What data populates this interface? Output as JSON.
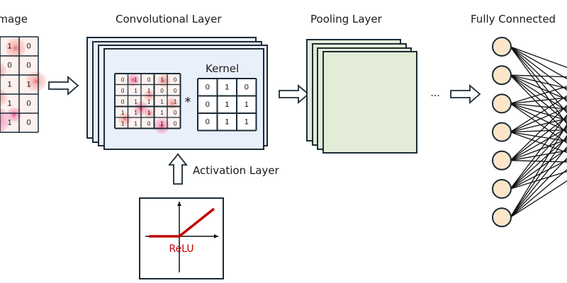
{
  "titles": {
    "input_image": "Image",
    "conv_layer": "Convolutional Layer",
    "kernel": "Kernel",
    "pooling_layer": "Pooling Layer",
    "fully_connected": "Fully Connected",
    "activation_layer": "Activation Layer",
    "relu": "ReLU",
    "convolution_operator": "*",
    "ellipsis": "..."
  },
  "input_grid_visible_columns": [
    [
      "1",
      "0"
    ],
    [
      "0",
      "0"
    ],
    [
      "1",
      "1"
    ],
    [
      "1",
      "0"
    ],
    [
      "1",
      "0"
    ]
  ],
  "conv_input_grid": [
    [
      "0",
      "1",
      "0",
      "1",
      "0"
    ],
    [
      "0",
      "1",
      "1",
      "0",
      "0"
    ],
    [
      "0",
      "1",
      "1",
      "1",
      "1"
    ],
    [
      "1",
      "1",
      "1",
      "1",
      "0"
    ],
    [
      "1",
      "1",
      "0",
      "1",
      "0"
    ]
  ],
  "kernel_grid": [
    [
      "0",
      "1",
      "0"
    ],
    [
      "0",
      "1",
      "1"
    ],
    [
      "0",
      "1",
      "1"
    ]
  ],
  "fc_nodes": 7,
  "colors": {
    "conv_fill": "#eaf0fb",
    "pool_fill": "#e2ecd6",
    "node_fill": "#fce5c8",
    "stroke": "#1c2b36",
    "relu": "#c00000",
    "highlight": "#f4a0a0"
  }
}
